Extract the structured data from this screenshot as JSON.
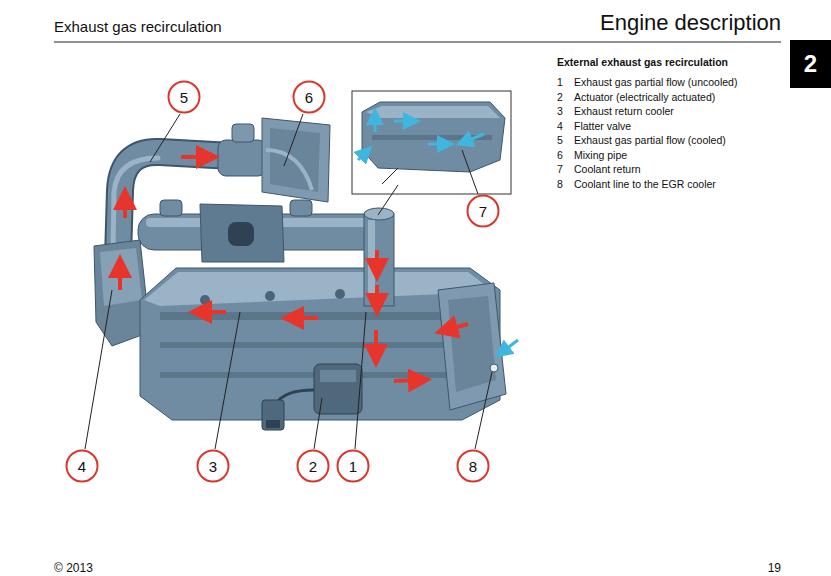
{
  "diagram": {
    "title": "Engine description",
    "nodes": [
      {
        "text": [
          "2"
        ]
      },
      {
        "text": [
          "5"
        ]
      },
      {
        "text": [
          "6"
        ]
      },
      {
        "text": [
          "7"
        ]
      },
      {
        "text": [
          "4"
        ]
      },
      {
        "text": [
          "3"
        ]
      },
      {
        "text": [
          "2"
        ]
      },
      {
        "text": [
          "1"
        ]
      },
      {
        "text": [
          "8"
        ]
      }
    ],
    "labels": [
      "Exhaust gas recirculation",
      "External exhaust gas recirculation",
      "1",
      "Exhaust gas partial flow (uncooled)",
      "2",
      "Actuator (electrically actuated)",
      "3",
      "Exhaust return cooler",
      "4",
      "Flatter valve",
      "5",
      "Exhaust gas partial flow (cooled)",
      "6",
      "Mixing pipe",
      "7",
      "Coolant return",
      "8",
      "Coolant line to the EGR cooler",
      "© 2013",
      "19"
    ]
  }
}
